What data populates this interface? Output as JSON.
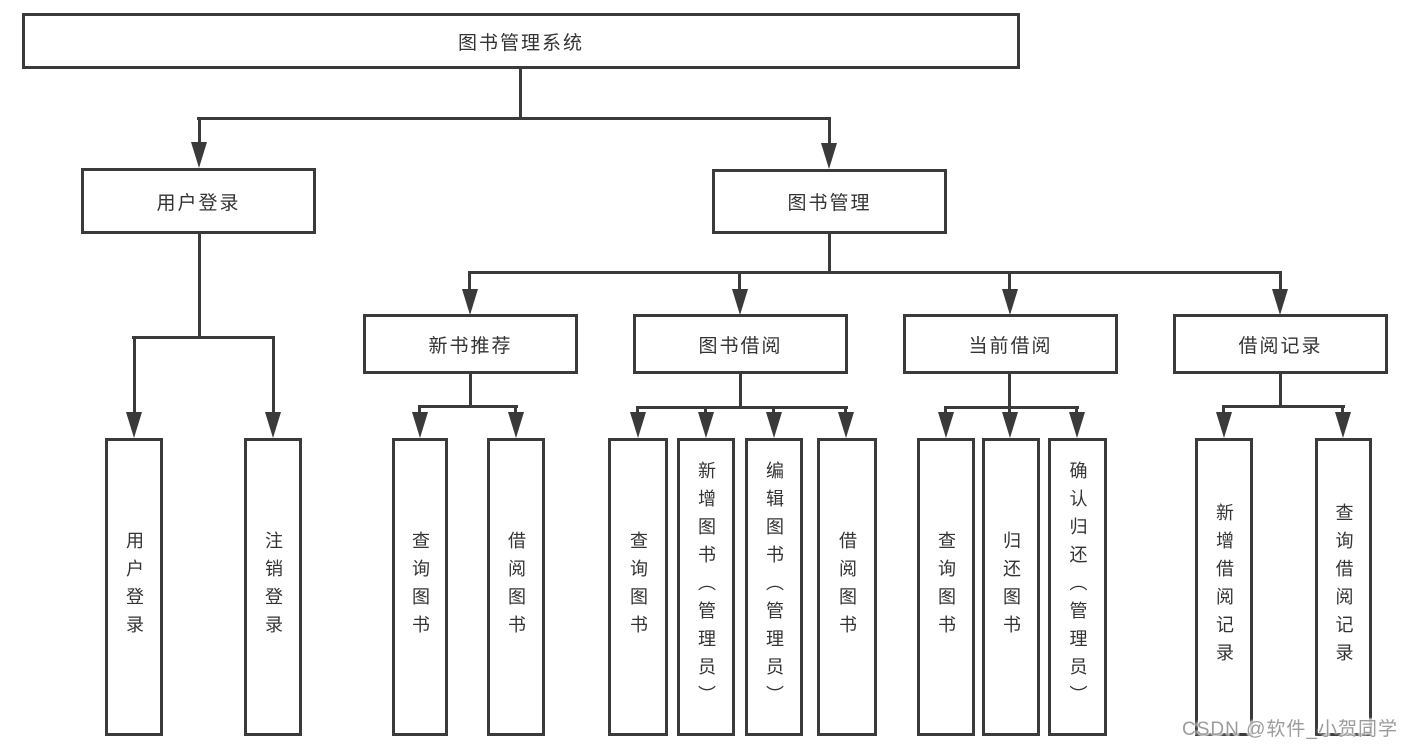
{
  "title": "图书管理系统",
  "level1": {
    "user_login": "用户登录",
    "book_management": "图书管理"
  },
  "level2": {
    "new_book_recommendation": "新书推荐",
    "book_borrowing": "图书借阅",
    "current_borrowing": "当前借阅",
    "borrowing_records": "借阅记录"
  },
  "leaves": {
    "user_login": [
      "用户登录",
      "注销登录"
    ],
    "new_book_recommendation": [
      "查询图书",
      "借阅图书"
    ],
    "book_borrowing": [
      "查询图书",
      "新增图书（管理员）",
      "编辑图书（管理员）",
      "借阅图书"
    ],
    "current_borrowing": [
      "查询图书",
      "归还图书",
      "确认归还（管理员）"
    ],
    "borrowing_records": [
      "新增借阅记录",
      "查询借阅记录"
    ]
  },
  "watermark": "CSDN @软件_小贺同学",
  "colors": {
    "line": "#3a3a3a",
    "text": "#333333",
    "box_background": "#ffffff",
    "watermark": "#9c9c9c"
  }
}
